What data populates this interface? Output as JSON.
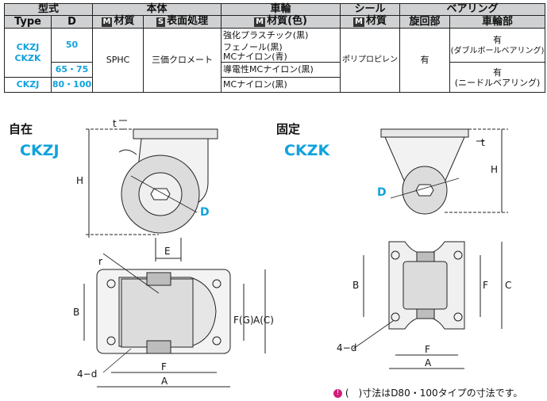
{
  "table": {
    "h_type_group": "型式",
    "h_body": "本体",
    "h_wheel": "車輪",
    "h_seal": "シール",
    "h_bearing": "ベアリング",
    "h_type": "Type",
    "h_d": "D",
    "h_material_mark": "M",
    "h_material": "材質",
    "h_surface_mark": "S",
    "h_surface": "表面処理",
    "h_wheel_material_mark": "M",
    "h_wheel_material": "材質(色)",
    "h_seal_material_mark": "M",
    "h_seal_material": "材質",
    "h_swivel": "旋回部",
    "h_wheel_part": "車輪部",
    "type_ckzj": "CKZJ",
    "type_ckzk": "CKZK",
    "d_50": "50",
    "d_65_75": "65・75",
    "type_ckzj2": "CKZJ",
    "d_80_100": "80・100",
    "body_material": "SPHC",
    "surface": "三価クロメート",
    "wheel_1": "強化プラスチック(黒)",
    "wheel_2": "フェノール(黒)",
    "wheel_3": "MCナイロン(青)",
    "wheel_4": "導電性MCナイロン(黒)",
    "wheel_5": "MCナイロン(黒)",
    "seal_material": "ポリプロピレン",
    "swivel": "有",
    "bearing_1_val": "有",
    "bearing_1_type": "(ダブルボールベアリング)",
    "bearing_2_val": "有",
    "bearing_2_type": "(ニードルベアリング)"
  },
  "diagrams": {
    "swivel_label": "自在",
    "swivel_type": "CKZJ",
    "fixed_label": "固定",
    "fixed_type": "CKZK",
    "dim_t": "t",
    "dim_H": "H",
    "dim_D": "D",
    "dim_E": "E",
    "dim_r": "r",
    "dim_B": "B",
    "dim_F": "F",
    "dim_A": "A",
    "dim_FG": "F(G)",
    "dim_AC": "A(C)",
    "dim_C": "C",
    "dim_4d": "4−d",
    "dim_t2": "t",
    "dim_H2": "H",
    "dim_D2": "D",
    "dim_B2": "B",
    "dim_F2": "F",
    "dim_C2": "C",
    "dim_4d2": "4−d",
    "dim_F3": "F",
    "dim_A3": "A"
  },
  "note": {
    "icon": "info-icon",
    "text": "(　)寸法はD80・100タイプの寸法です。"
  },
  "colors": {
    "accent": "#11a2dd",
    "header": "#cfd1d3",
    "note_icon": "#d11c7c",
    "wheel": "#dcdcdc"
  }
}
